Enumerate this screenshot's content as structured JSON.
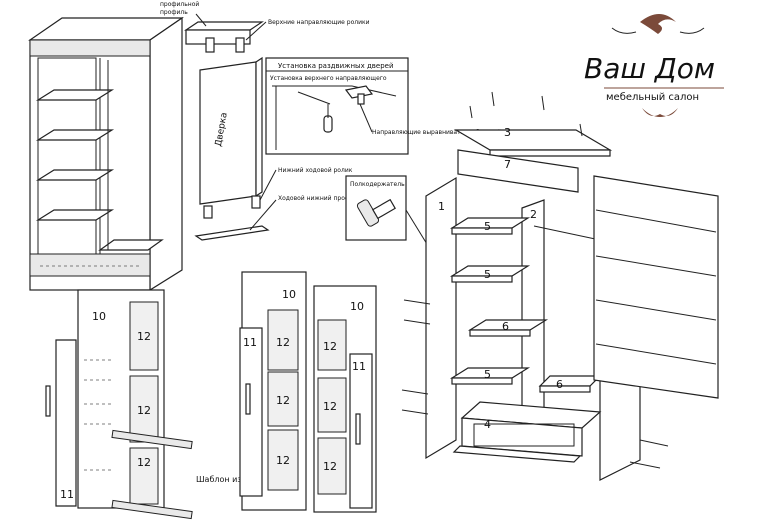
{
  "labels": {
    "top_caption_a": "профильной",
    "top_caption_b": "профиль",
    "upper_roller": "Верхние направляющие ролики",
    "door": "Дверка",
    "lower_roller_a": "Нижний ходовой ролик",
    "lower_roller_b": "Ходовой нижний профиль",
    "install_title": "Установка раздвижных дверей",
    "install_note_a": "Установка верхнего направляющего",
    "install_note_b": "Направляющие выравнивать по боковой панели",
    "holder": "Полкодержатель",
    "template": "Шаблон из ДВП",
    "n1": "1",
    "n2": "2",
    "n3": "3",
    "n4": "4",
    "n5": "5",
    "n6": "6",
    "n7": "7",
    "n10": "10",
    "n11": "11",
    "n12": "12"
  },
  "brand": {
    "name": "Ваш Дом",
    "tagline": "мебельный салон",
    "color": "#7b4a3a"
  }
}
